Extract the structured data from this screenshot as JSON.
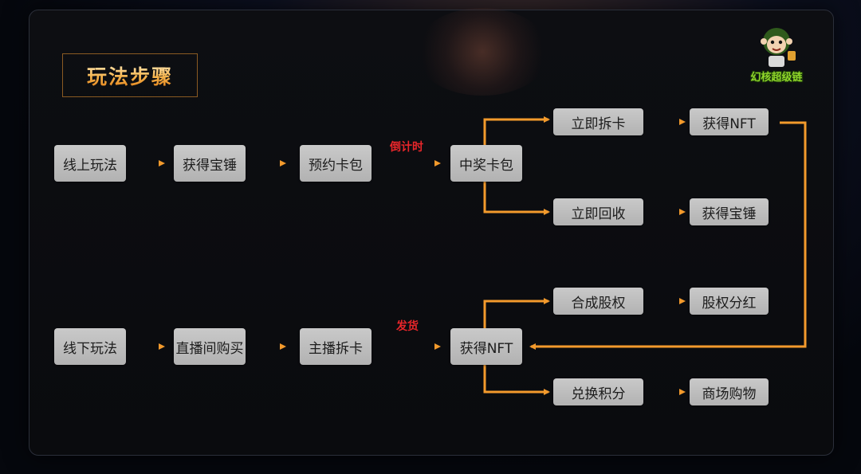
{
  "title": "玩法步骤",
  "logo": {
    "text": "幻核超级链"
  },
  "colors": {
    "arrow": "#f39a2c",
    "label": "#e8262a",
    "node": "#bdbdbd"
  },
  "online_row": {
    "start": "线上玩法",
    "step1": "获得宝锤",
    "step2": "预约卡包",
    "arrow_label": "倒计时",
    "hub": "中奖卡包",
    "branch_top": "立即拆卡",
    "branch_top_result": "获得NFT",
    "branch_bottom": "立即回收",
    "branch_bottom_result": "获得宝锤"
  },
  "offline_row": {
    "start": "线下玩法",
    "step1": "直播间购买",
    "step2": "主播拆卡",
    "arrow_label": "发货",
    "hub": "获得NFT",
    "branch_top": "合成股权",
    "branch_top_result": "股权分红",
    "branch_bottom": "兑换积分",
    "branch_bottom_result": "商场购物"
  }
}
